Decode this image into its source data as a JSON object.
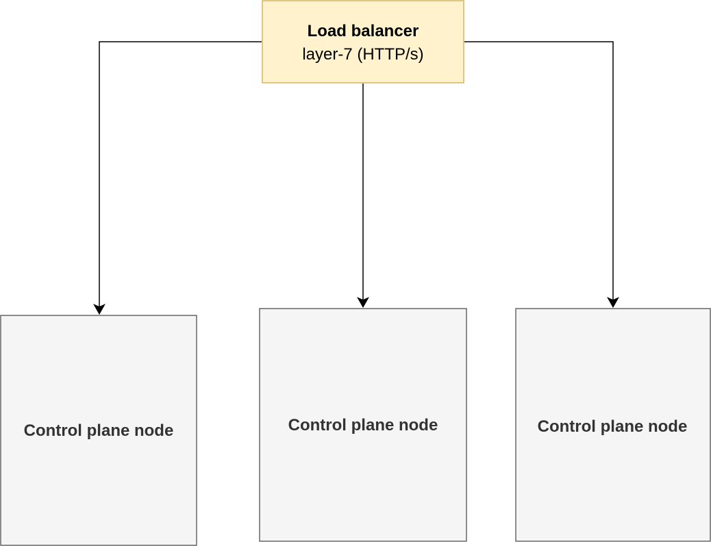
{
  "load_balancer": {
    "title": "Load balancer",
    "subtitle": "layer-7 (HTTP/s)",
    "fill": "#fff2cc",
    "stroke": "#d6b656"
  },
  "nodes": [
    {
      "label": "Control plane node"
    },
    {
      "label": "Control plane node"
    },
    {
      "label": "Control plane node"
    }
  ],
  "colors": {
    "node_fill": "#f5f5f5",
    "node_stroke": "#666666",
    "node_text": "#333333",
    "edge": "#000000"
  }
}
